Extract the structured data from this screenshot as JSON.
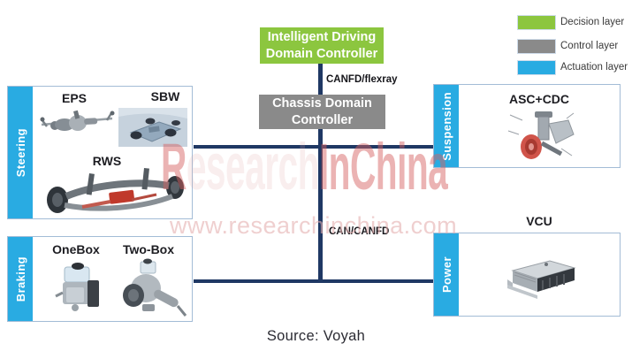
{
  "legend": {
    "items": [
      {
        "label": "Decision layer",
        "color": "#8CC63F"
      },
      {
        "label": "Control layer",
        "color": "#8A8A8A"
      },
      {
        "label": "Actuation layer",
        "color": "#29ABE2"
      }
    ]
  },
  "controllers": {
    "decision": {
      "label": "Intelligent Driving Domain Controller"
    },
    "control": {
      "label": "Chassis Domain Controller"
    }
  },
  "buses": {
    "upper": "CANFD/flexray",
    "lower": "CAN/CANFD"
  },
  "modules": [
    {
      "id": "steering",
      "label": "Steering",
      "items": [
        "EPS",
        "SBW",
        "RWS"
      ]
    },
    {
      "id": "braking",
      "label": "Braking",
      "items": [
        "OneBox",
        "Two-Box"
      ]
    },
    {
      "id": "suspension",
      "label": "Suspension",
      "items": [
        "ASC+CDC"
      ]
    },
    {
      "id": "power",
      "label": "Power",
      "items": [
        "VCU"
      ]
    }
  ],
  "watermark": {
    "brand_r": "R",
    "brand_mid": "esearch",
    "brand_tail": "InChina",
    "url": "www.researchinchina.com"
  },
  "source_label": "Source: Voyah",
  "colors": {
    "decision": "#8CC63F",
    "control": "#8A8A8A",
    "actuation": "#29ABE2",
    "bus_line": "#1F3864",
    "module_border": "#A3BCD6"
  }
}
